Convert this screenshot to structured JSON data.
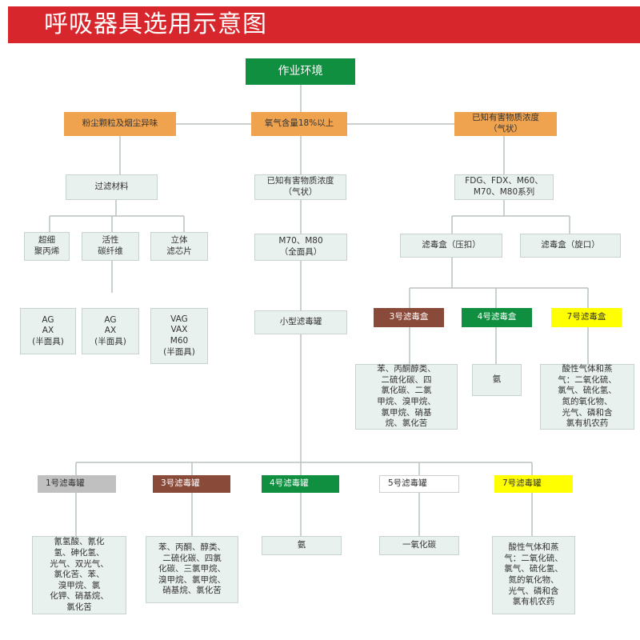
{
  "header": {
    "title": "呼吸器具选用示意图"
  },
  "colors": {
    "header_red": "#d7262c",
    "green": "#0f8f3f",
    "orange": "#f0a34f",
    "brown": "#8a4a3a",
    "yellow": "#ffff00",
    "box_grey": "#e9f1ef",
    "box_grey_dark": "#c0c0c0",
    "line": "#b9c2be"
  },
  "nodes": {
    "root": "作业环境",
    "dust_smoke": "粉尘颗粒及烟尘异味",
    "oxygen": "氧气含量18%以上",
    "known_conc_top": "已知有害物质浓度\n（气状）",
    "filter_material": "过滤材料",
    "known_conc_mid": "已知有害物质浓度\n（气状）",
    "series": "FDG、FDX、M60、\nM70、M80系列",
    "pp": "超细\n聚丙烯",
    "carbon": "活性\n碳纤维",
    "cube": "立体\n滤芯片",
    "m70_m80": "M70、M80\n（全面具）",
    "box_press": "滤毒盒（压扣）",
    "box_rotate": "滤毒盒（旋口）",
    "ag_ax_1": "AG\nAX\n(半面具)",
    "ag_ax_2": "AG\nAX\n(半面具)",
    "vag": "VAG\nVAX\nM60\n(半面具)",
    "small_canister": "小型滤毒罐",
    "box3": "3号滤毒盒",
    "box4": "4号滤毒盒",
    "box7": "7号滤毒盒",
    "box3_desc": "苯、丙酮醇类、\n二硫化碳、四\n氯化碳、二氯\n甲烷、溴甲烷、\n氯甲烷、硝基\n烷、氯化苦",
    "box4_desc": "氨",
    "box7_desc": "酸性气体和蒸\n气：二氧化硫、\n氯气、硫化氢、\n氮的氧化物、\n光气、磷和含\n氯有机农药",
    "can1": "1号滤毒罐",
    "can3": "3号滤毒罐",
    "can4": "4号滤毒罐",
    "can5": "5号滤毒罐",
    "can7": "7号滤毒罐",
    "can1_desc": "氰氢酸、氰化\n氢、砷化氢、\n光气、双光气、\n氯化苦、苯、\n溴甲烷、氯\n化钾、硝基烷、\n氯化苦",
    "can3_desc": "苯、丙酮、醇类、\n二硫化碳、四氯\n化碳、三氯甲烷、\n溴甲烷、氯甲烷、\n硝基烷、氯化苦",
    "can4_desc": "氨",
    "can5_desc": "一氧化碳",
    "can7_desc": "酸性气体和蒸\n气：二氧化硫、\n氯气、硫化氢、\n氮的氧化物、\n光气、磷和含\n氯有机农药"
  }
}
